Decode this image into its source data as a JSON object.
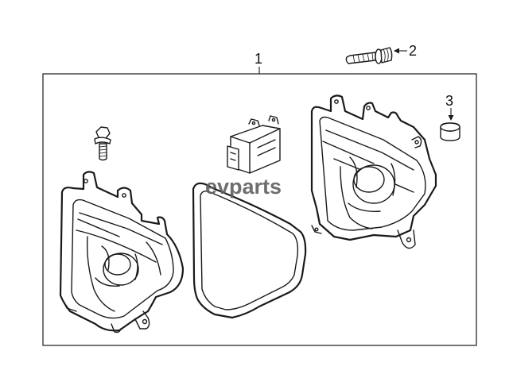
{
  "diagram": {
    "callouts": [
      {
        "id": "1",
        "label": "1"
      },
      {
        "id": "2",
        "label": "2"
      },
      {
        "id": "3",
        "label": "3"
      }
    ],
    "watermark": "evparts"
  }
}
